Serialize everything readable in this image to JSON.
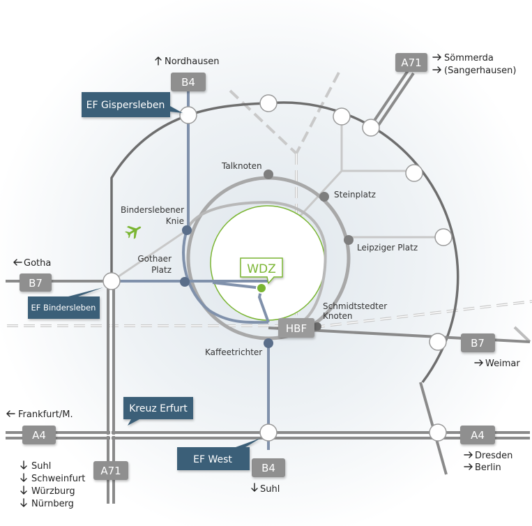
{
  "colors": {
    "accent_green": "#7ab532",
    "callout_blue": "#3b5f78",
    "road_gray": "#8a8a8a",
    "plate_gray": "#8f8f8f",
    "ring_blue": "#8091ab"
  },
  "icons": {
    "airport": "airplane-icon",
    "arrow": "arrow-icon"
  },
  "center": {
    "label": "WDZ"
  },
  "station": {
    "label": "HBF"
  },
  "callouts": {
    "gispersleben": "EF Gispersleben",
    "bindersleben": "EF Bindersleben",
    "kreuz": "Kreuz Erfurt",
    "west": "EF West"
  },
  "plates": {
    "b4_north": "B4",
    "a71_ne": "A71",
    "b7_west": "B7",
    "b7_east": "B7",
    "a4_west": "A4",
    "a4_east": "A4",
    "a71_sw": "A71",
    "b4_south": "B4"
  },
  "places": {
    "talknoten": "Talknoten",
    "steinplatz": "Steinplatz",
    "binderslebener_1": "Binderslebener",
    "binderslebener_2": "Knie",
    "leipziger": "Leipziger Platz",
    "gothaer_1": "Gothaer",
    "gothaer_2": "Platz",
    "schmidtstedter_1": "Schmidtstedter",
    "schmidtstedter_2": "Knoten",
    "kaffeetrichter": "Kaffeetrichter"
  },
  "destinations": {
    "nordhausen": "Nordhausen",
    "soemmerda": "Sömmerda",
    "sangerhausen": "(Sangerhausen)",
    "gotha": "Gotha",
    "weimar": "Weimar",
    "frankfurt": "Frankfurt/M.",
    "dresden": "Dresden",
    "berlin": "Berlin",
    "suhl_south": "Suhl",
    "suhl": "Suhl",
    "schweinfurt": "Schweinfurt",
    "wuerzburg": "Würzburg",
    "nuernberg": "Nürnberg"
  }
}
